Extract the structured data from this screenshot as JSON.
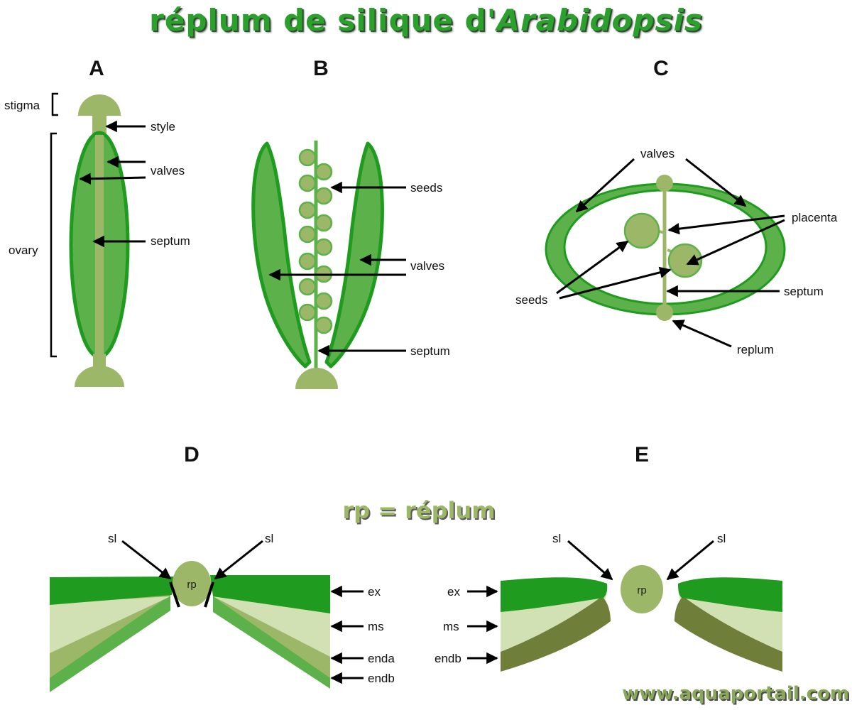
{
  "title": {
    "main": "réplum de silique d'",
    "italic": "Arabidopsis"
  },
  "subtitle": "rp = réplum",
  "watermark": "www.aquaportail.com",
  "colors": {
    "dark_green": "#1f9b1f",
    "mid_green": "#5cb14a",
    "olive": "#9cb768",
    "pale": "#d2e1b4",
    "dark_olive": "#6f7f3a"
  },
  "panels": {
    "A": {
      "letter": "A",
      "stigma": "stigma",
      "style": "style",
      "valves": "valves",
      "ovary": "ovary",
      "septum": "septum"
    },
    "B": {
      "letter": "B",
      "seeds": "seeds",
      "valves": "valves",
      "septum": "septum"
    },
    "C": {
      "letter": "C",
      "valves": "valves",
      "placenta": "placenta",
      "seeds": "seeds",
      "septum": "septum",
      "replum": "replum"
    },
    "D": {
      "letter": "D",
      "sl_left": "sl",
      "sl_right": "sl",
      "rp": "rp",
      "ex": "ex",
      "ms": "ms",
      "enda": "enda",
      "endb": "endb"
    },
    "E": {
      "letter": "E",
      "sl_left": "sl",
      "sl_right": "sl",
      "rp": "rp",
      "ex": "ex",
      "ms": "ms",
      "endb": "endb"
    }
  }
}
